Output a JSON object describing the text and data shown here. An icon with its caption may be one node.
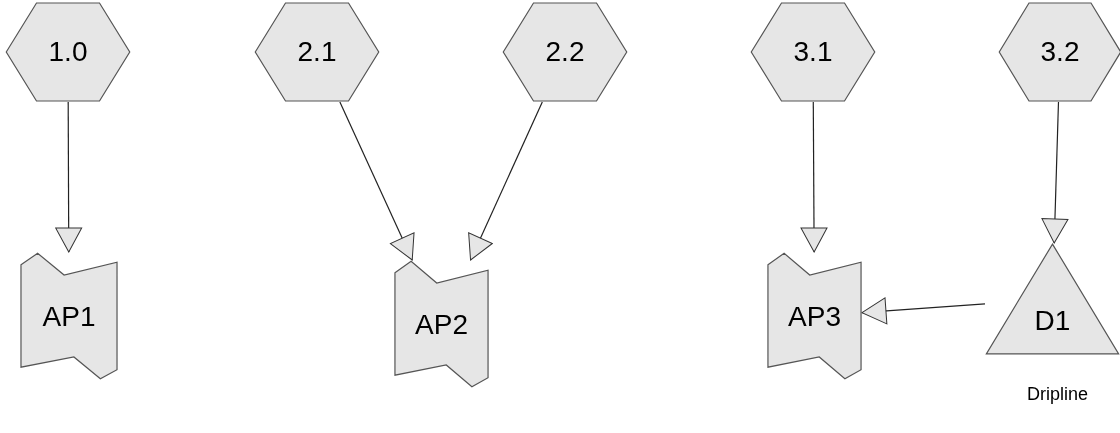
{
  "diagram": {
    "nodes": [
      {
        "text": [
          "1.0"
        ]
      },
      {
        "text": [
          "2.1"
        ]
      },
      {
        "text": [
          "2.2"
        ]
      },
      {
        "text": [
          "3.1"
        ]
      },
      {
        "text": [
          "3.2"
        ]
      },
      {
        "text": [
          "AP1"
        ]
      },
      {
        "text": [
          "AP2"
        ]
      },
      {
        "text": [
          "AP3"
        ]
      },
      {
        "text": [
          "D1"
        ],
        "beside": [
          "Dripline"
        ]
      }
    ],
    "edges": [
      {
        "from": 0,
        "to": 5,
        "arrow": "to"
      },
      {
        "from": 1,
        "to": 6,
        "arrow": "to"
      },
      {
        "from": 2,
        "to": 6,
        "arrow": "to"
      },
      {
        "from": 3,
        "to": 7,
        "arrow": "to"
      },
      {
        "from": 4,
        "to": 8,
        "arrow": "to"
      },
      {
        "from": 8,
        "to": 7,
        "arrow": "to"
      }
    ]
  }
}
